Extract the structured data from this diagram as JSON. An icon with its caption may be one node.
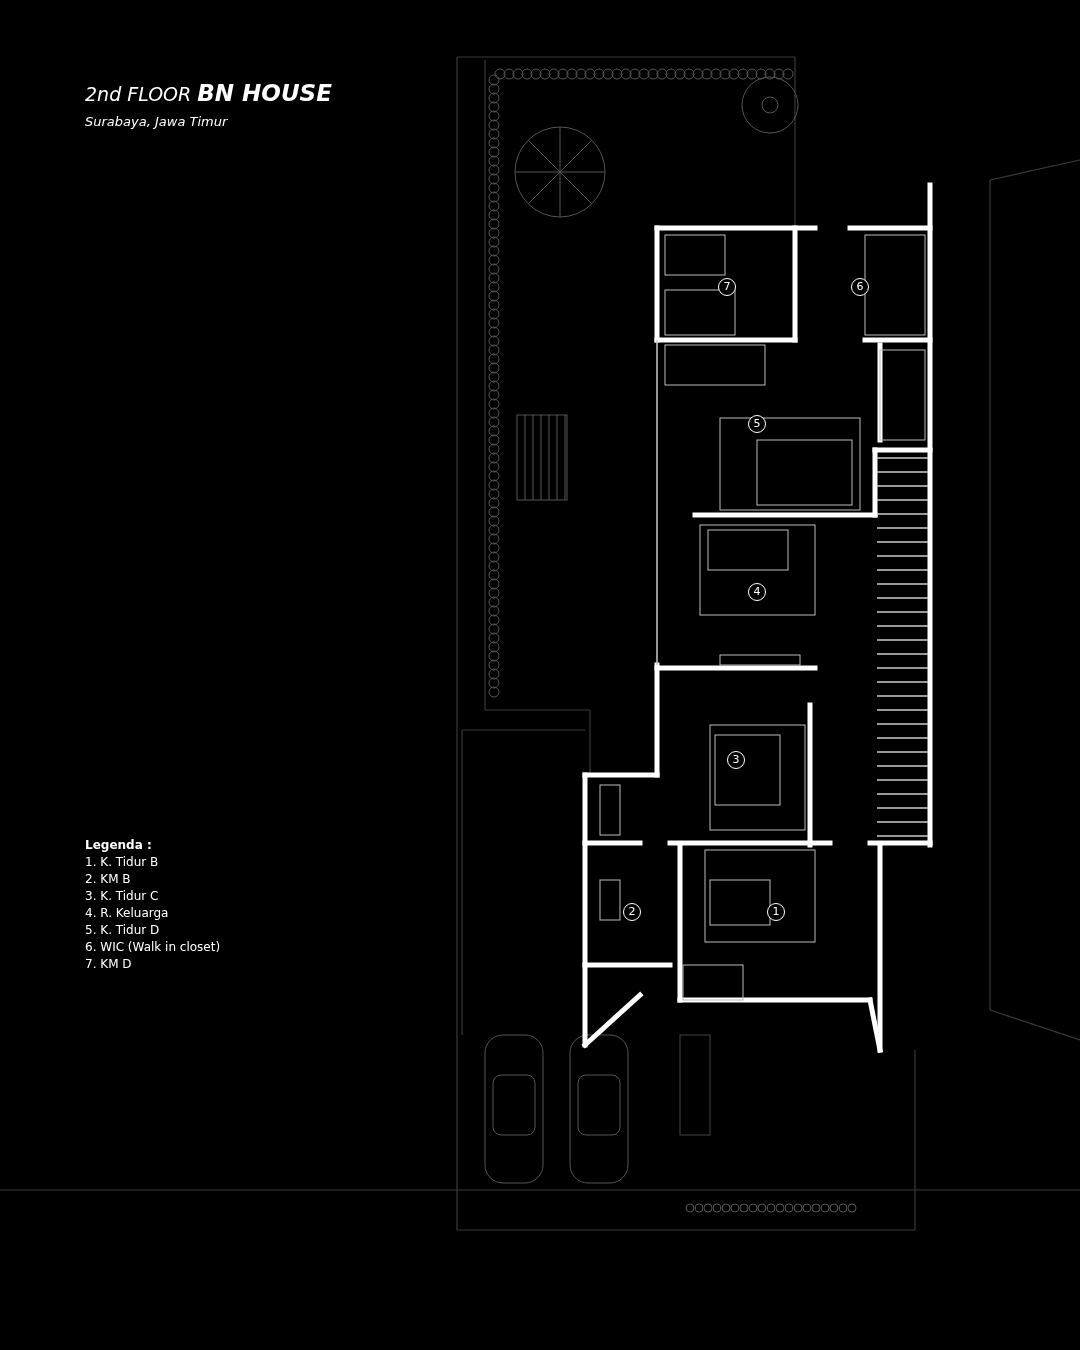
{
  "diagram": {
    "title": "2nd FLOOR **BN HOUSE**",
    "caption": "Surabaya, Jawa Timur",
    "nodes": [
      {
        "text": [
          "7"
        ]
      },
      {
        "text": [
          "6"
        ]
      },
      {
        "text": [
          "5"
        ]
      },
      {
        "text": [
          "4"
        ]
      },
      {
        "text": [
          "3"
        ]
      },
      {
        "text": [
          "2"
        ]
      },
      {
        "text": [
          "1"
        ]
      }
    ],
    "labels": [
      "Legenda :",
      "1. K. Tidur B",
      "2. KM B",
      "3. K. Tidur C",
      "4. R. Keluarga",
      "5. K. Tidur D",
      "6. WIC (Walk in closet)",
      "7. KM D"
    ]
  }
}
